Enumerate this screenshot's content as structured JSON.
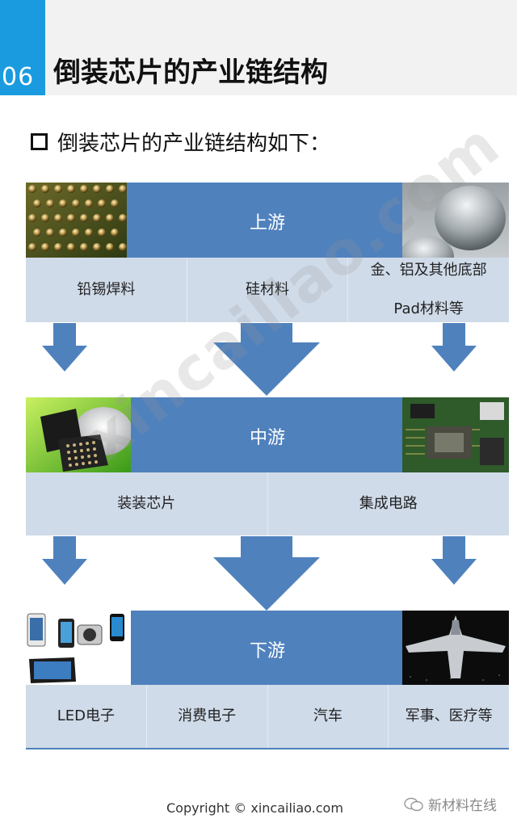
{
  "header": {
    "number": "06",
    "title": "倒装芯片的产业链结构"
  },
  "subtitle": "倒装芯片的产业链结构如下：",
  "tiers": {
    "upstream": {
      "label": "上游",
      "items": [
        "铅锡焊料",
        "硅材料",
        "金、铝及其他底部\nPad材料等"
      ]
    },
    "midstream": {
      "label": "中游",
      "items": [
        "装装芯片",
        "集成电路"
      ]
    },
    "downstream": {
      "label": "下游",
      "items": [
        "LED电子",
        "消费电子",
        "汽车",
        "军事、医疗等"
      ]
    }
  },
  "watermark": "xincailiao.com",
  "footer": {
    "copyright": "Copyright © xincailiao.com",
    "brand": "新材料在线"
  },
  "colors": {
    "accent_blue": "#1a9be0",
    "band_blue": "#4f81bd",
    "cell_bg": "#d0dbe9",
    "arrow_blue": "#4f81bd"
  }
}
